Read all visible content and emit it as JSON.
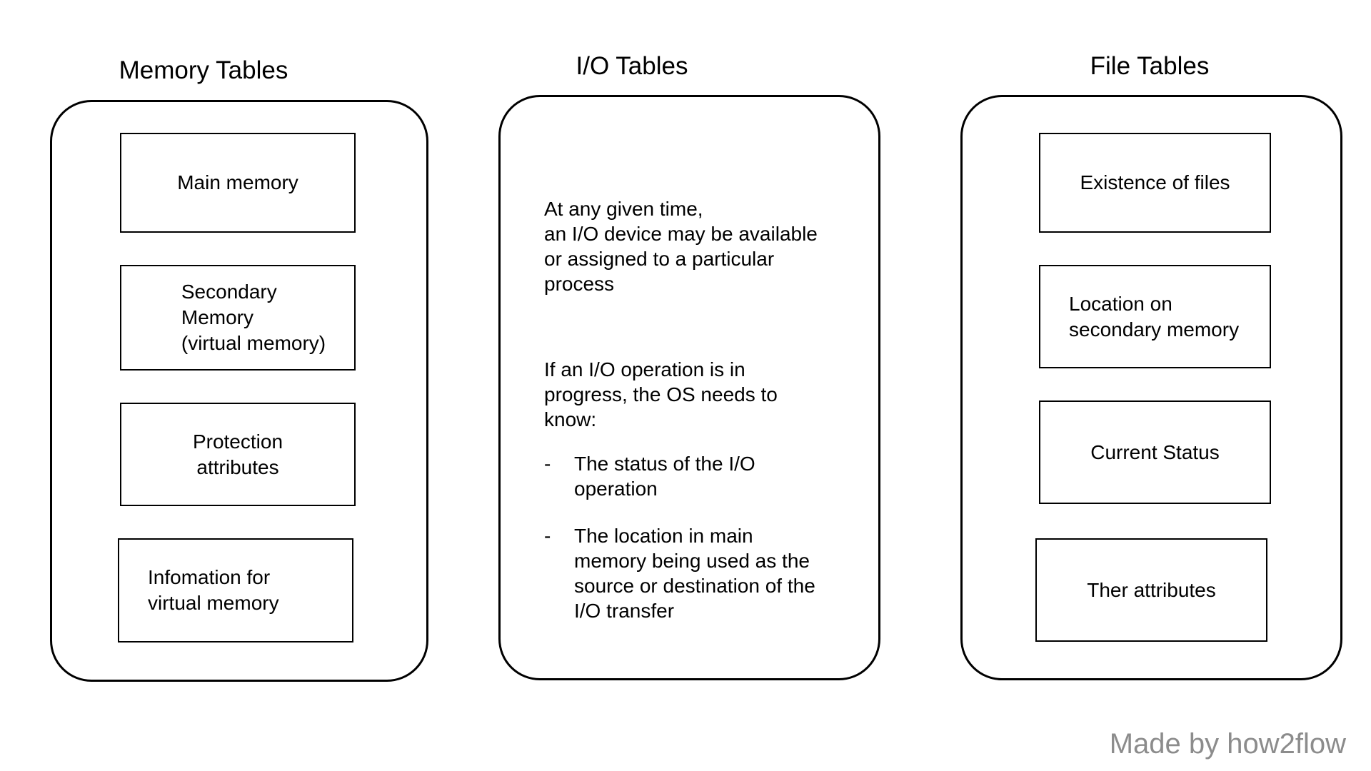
{
  "columns": [
    {
      "title": "Memory Tables",
      "items": [
        {
          "label": "Main memory",
          "align": "center"
        },
        {
          "label": "Secondary\n      Memory\n(virtual memory)",
          "align": "indent-mixed"
        },
        {
          "label": "Protection\nattributes",
          "align": "center"
        },
        {
          "label": "Infomation for\nvirtual memory",
          "align": "left"
        }
      ]
    },
    {
      "title": "I/O Tables",
      "paragraphs": [
        "At any given time,\nan I/O device may be available\nor assigned to a particular\nprocess",
        "If an I/O operation is in\nprogress, the OS needs to\nknow:"
      ],
      "bullets": [
        {
          "marker": "-",
          "text": "The status of the I/O\noperation"
        },
        {
          "marker": "-",
          "text": "The location in main\nmemory being used as the\nsource or destination of the\nI/O transfer"
        }
      ]
    },
    {
      "title": "File Tables",
      "items": [
        {
          "label": "Existence of files",
          "align": "center"
        },
        {
          "label": "Location on\nsecondary memory",
          "align": "left"
        },
        {
          "label": "Current Status",
          "align": "center"
        },
        {
          "label": "Ther attributes",
          "align": "center"
        }
      ]
    }
  ],
  "watermark": "Made by how2flow",
  "colors": {
    "stroke": "#000000",
    "background": "#ffffff",
    "watermark": "#8c8c8c"
  }
}
